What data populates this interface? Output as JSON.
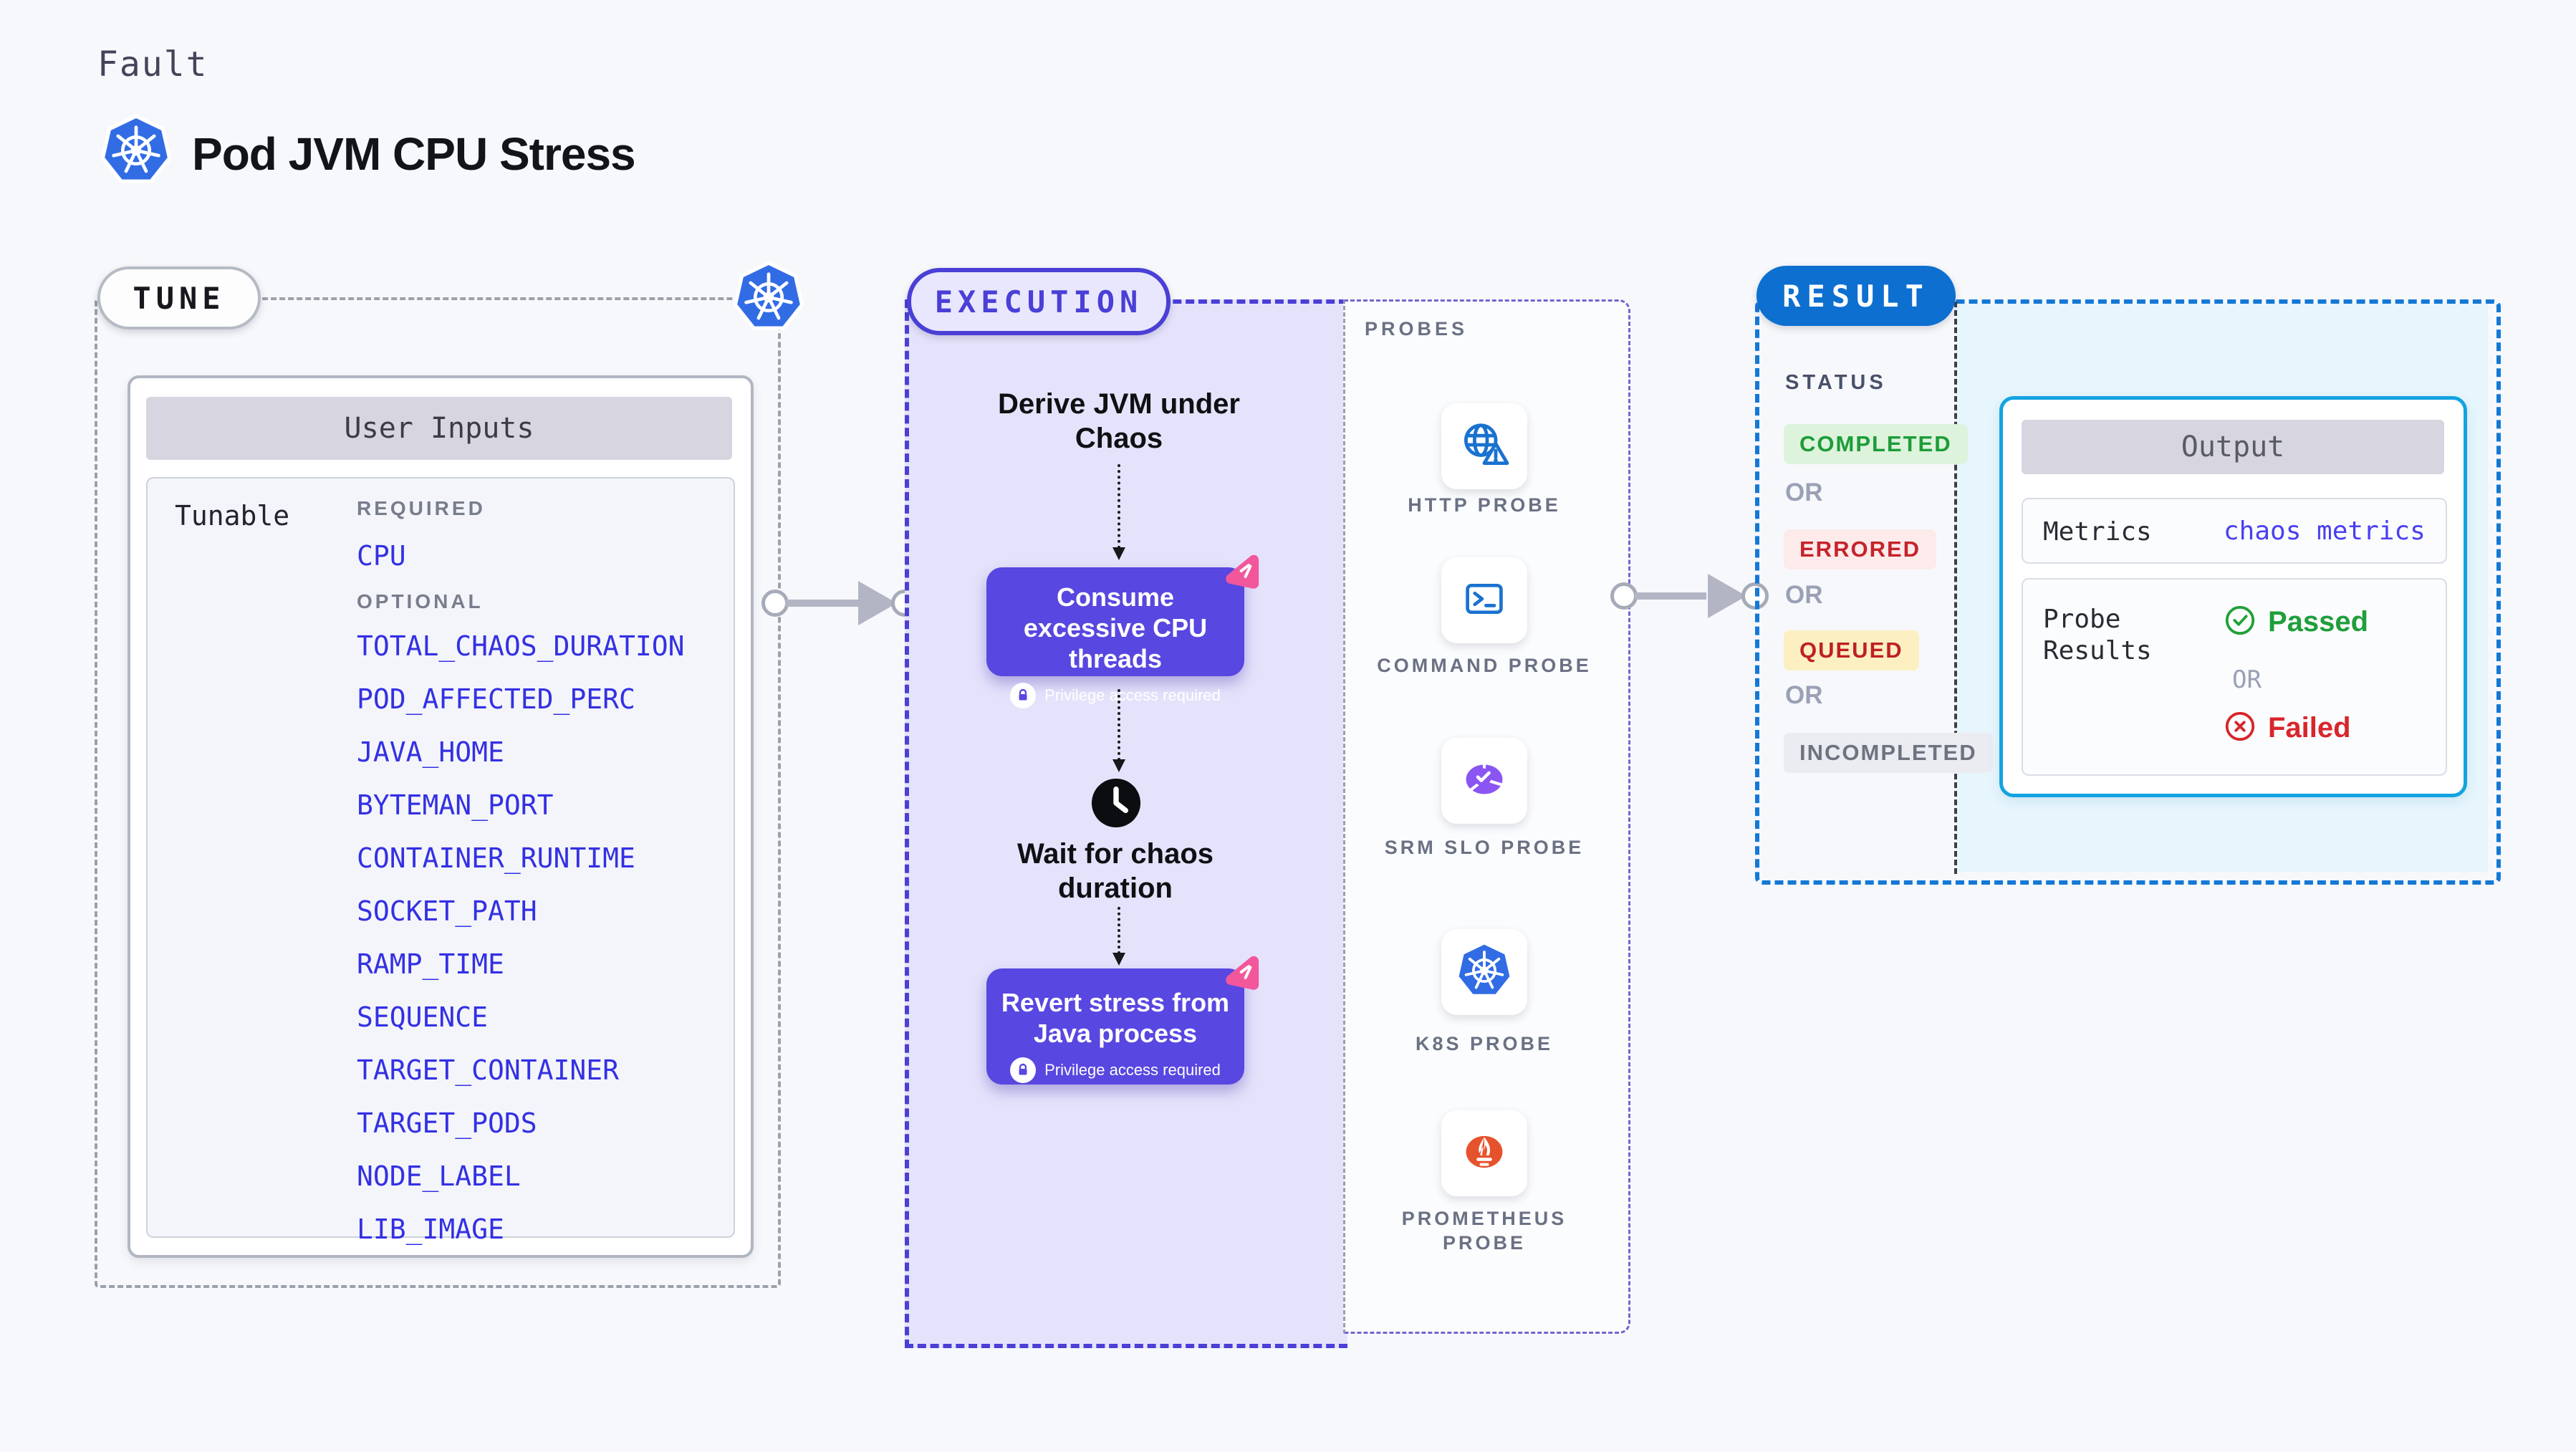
{
  "header": {
    "kicker": "Fault",
    "title": "Pod JVM CPU Stress"
  },
  "tune": {
    "badge": "TUNE",
    "card": {
      "title": "User Inputs",
      "row_label": "Tunable",
      "required_label": "REQUIRED",
      "required_items": [
        "CPU"
      ],
      "optional_label": "OPTIONAL",
      "optional_items": [
        "TOTAL_CHAOS_DURATION",
        "POD_AFFECTED_PERC",
        "JAVA_HOME",
        "BYTEMAN_PORT",
        "CONTAINER_RUNTIME",
        "SOCKET_PATH",
        "RAMP_TIME",
        "SEQUENCE",
        "TARGET_CONTAINER",
        "TARGET_PODS",
        "NODE_LABEL",
        "LIB_IMAGE"
      ]
    }
  },
  "execution": {
    "badge": "EXECUTION",
    "step1": "Derive JVM under Chaos",
    "action1": {
      "label": "Consume excessive CPU threads",
      "note": "Privilege access required"
    },
    "wait_step": "Wait for chaos duration",
    "action2": {
      "label": "Revert stress from Java process",
      "note": "Privilege access required"
    }
  },
  "probes": {
    "label": "PROBES",
    "items": [
      {
        "name": "HTTP PROBE",
        "icon": "globe-warning-icon"
      },
      {
        "name": "COMMAND PROBE",
        "icon": "terminal-icon"
      },
      {
        "name": "SRM SLO PROBE",
        "icon": "slo-donut-check-icon"
      },
      {
        "name": "K8S PROBE",
        "icon": "kubernetes-icon"
      },
      {
        "name": "PROMETHEUS PROBE",
        "icon": "prometheus-flame-icon"
      }
    ]
  },
  "result": {
    "badge": "RESULT",
    "status_label": "STATUS",
    "or_label": "OR",
    "statuses": [
      {
        "label": "COMPLETED",
        "type": "success"
      },
      {
        "label": "ERRORED",
        "type": "error"
      },
      {
        "label": "QUEUED",
        "type": "warning"
      },
      {
        "label": "INCOMPLETED",
        "type": "neutral"
      }
    ],
    "output": {
      "title": "Output",
      "metrics_label": "Metrics",
      "metrics_value": "chaos metrics",
      "probe_results_label": "Probe Results",
      "passed_label": "Passed",
      "or_label": "OR",
      "failed_label": "Failed"
    }
  },
  "colors": {
    "accent_indigo": "#4a3fd6",
    "action_purple": "#5847e0",
    "result_blue": "#0d6fd0",
    "output_border": "#13a3e0",
    "success_green": "#1f9c3a",
    "error_red": "#c5232b",
    "queued_yellow": "#fcf0c3",
    "k8s_blue": "#326ce5",
    "prometheus_orange": "#e6522c",
    "srm_purple": "#8a55f2",
    "pink_badge": "#f0569b",
    "env_var_blue": "#3430e3"
  }
}
